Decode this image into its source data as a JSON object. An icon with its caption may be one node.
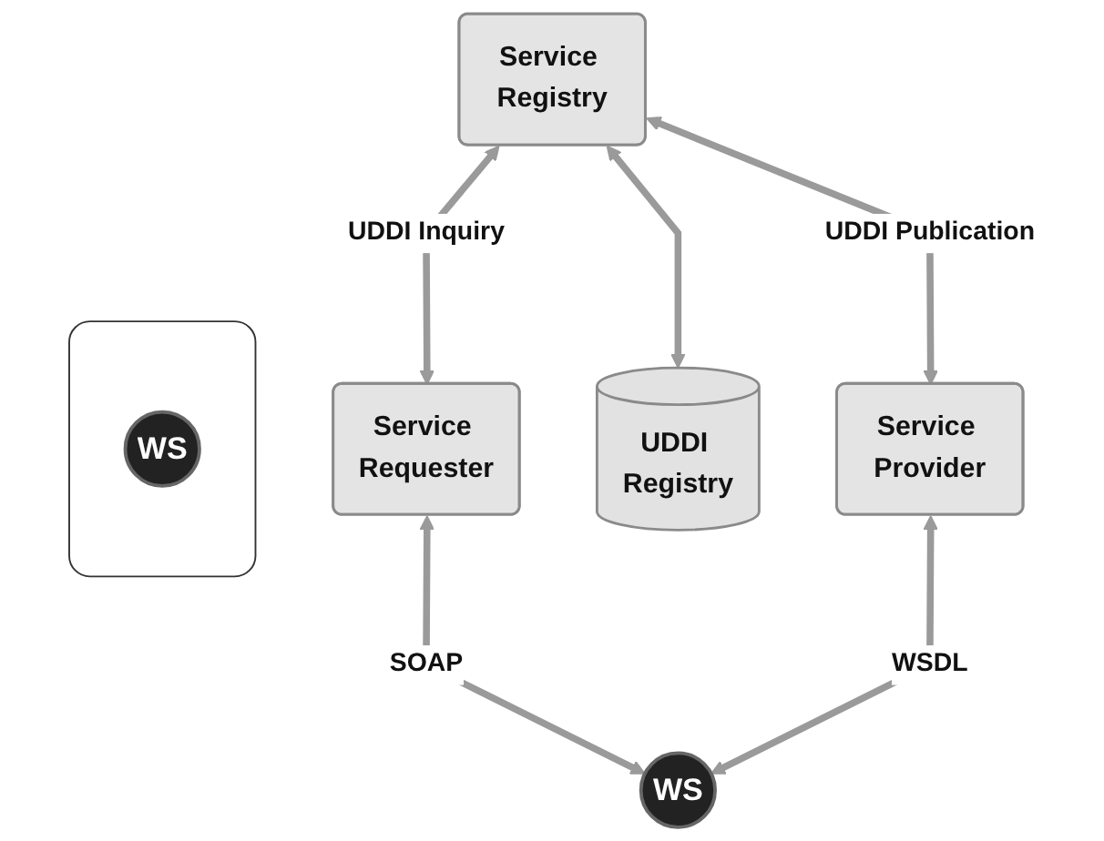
{
  "diagram": {
    "nodes": [
      {
        "text": [
          "Service Registry"
        ]
      },
      {
        "text": [],
        "shape": "phone"
      },
      {
        "text": [
          "WS"
        ],
        "in": 1
      },
      {
        "text": [
          "Service Requester"
        ]
      },
      {
        "text": [
          "UDDI Registry"
        ]
      },
      {
        "text": [
          "Service Provider"
        ]
      },
      {
        "text": [
          "WS"
        ]
      }
    ],
    "edges": [
      {
        "from": 0,
        "to": 3,
        "arrow": "both",
        "label": "UDDI Inquiry"
      },
      {
        "from": 0,
        "to": 4,
        "arrow": "both"
      },
      {
        "from": 0,
        "to": 5,
        "arrow": "both",
        "label": "UDDI Publication"
      },
      {
        "from": 3,
        "to": 6,
        "arrow": "both",
        "label": "SOAP"
      },
      {
        "from": 5,
        "to": 6,
        "arrow": "both",
        "label": "WSDL"
      }
    ]
  }
}
